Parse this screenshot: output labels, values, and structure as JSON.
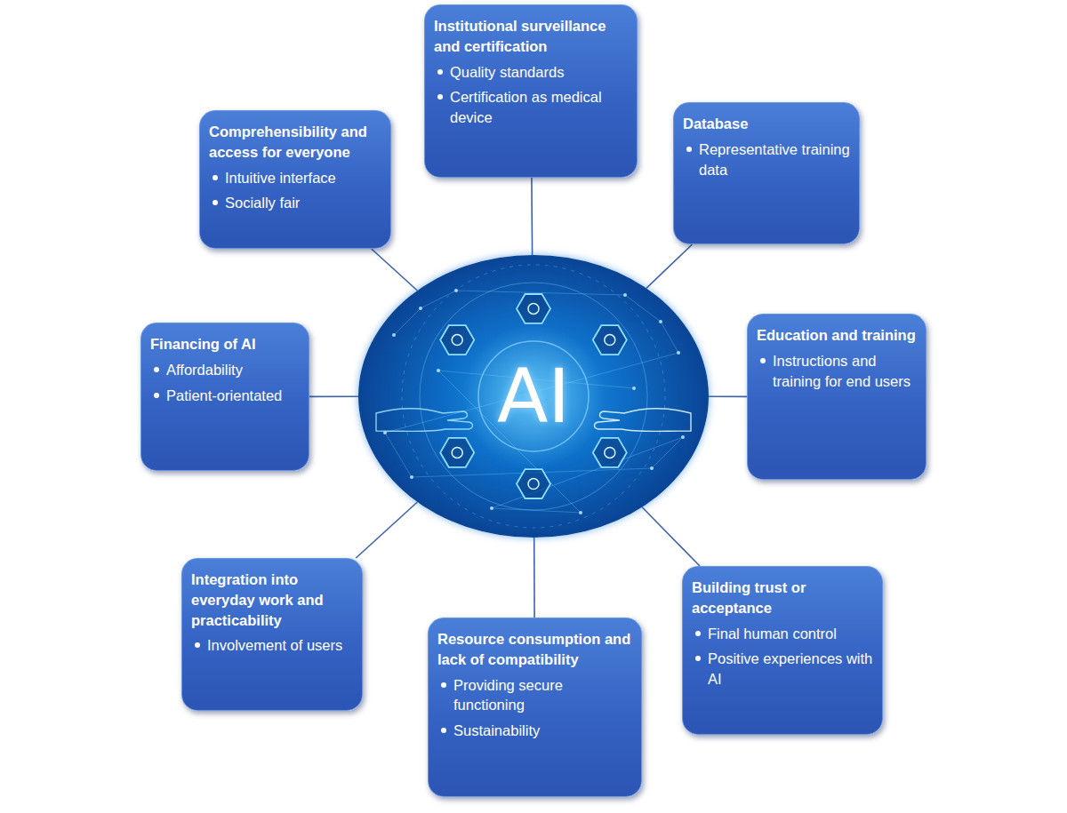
{
  "diagram": {
    "nodes": [
      {
        "text": [
          "AI"
        ]
      },
      {
        "text": [
          "Institutional surveillance and certification",
          "Quality standards",
          "Certification as medical device"
        ]
      },
      {
        "text": [
          "Database",
          "Representative training data"
        ]
      },
      {
        "text": [
          "Education and training",
          "Instructions and training for end users"
        ]
      },
      {
        "text": [
          "Building trust or acceptance",
          "Final human control",
          "Positive experiences with AI"
        ]
      },
      {
        "text": [
          "Resource consumption and lack of compatibility",
          "Providing secure functioning",
          "Sustainability"
        ]
      },
      {
        "text": [
          "Integration into everyday work and practicability",
          "Involvement of users"
        ]
      },
      {
        "text": [
          "Financing of AI",
          "Affordability",
          "Patient-orientated"
        ]
      },
      {
        "text": [
          "Comprehensibility and access for everyone",
          "Intuitive interface",
          "Socially fair"
        ]
      }
    ],
    "edges": [
      {
        "from": 0,
        "to": 1,
        "arrow": "none"
      },
      {
        "from": 0,
        "to": 2,
        "arrow": "none"
      },
      {
        "from": 0,
        "to": 3,
        "arrow": "none"
      },
      {
        "from": 0,
        "to": 4,
        "arrow": "none"
      },
      {
        "from": 0,
        "to": 5,
        "arrow": "none"
      },
      {
        "from": 0,
        "to": 6,
        "arrow": "none"
      },
      {
        "from": 0,
        "to": 7,
        "arrow": "none"
      },
      {
        "from": 0,
        "to": 8,
        "arrow": "none"
      }
    ]
  }
}
